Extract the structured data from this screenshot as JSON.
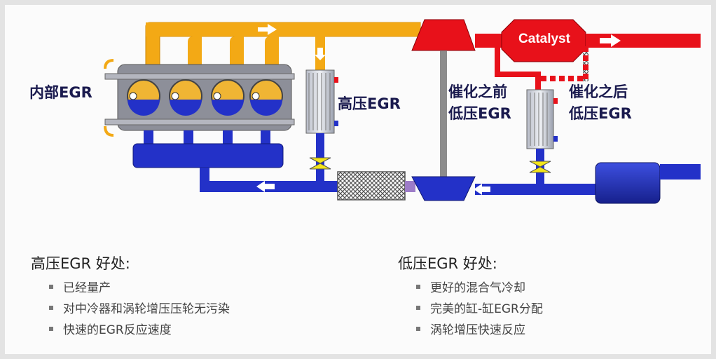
{
  "diagram": {
    "labels": {
      "internal_egr": "内部EGR",
      "high_pressure_egr": "高压EGR",
      "pre_catalyst_egr_line1": "催化之前",
      "pre_catalyst_egr_line2": "低压EGR",
      "post_catalyst_egr_line1": "催化之后",
      "post_catalyst_egr_line2": "低压EGR",
      "catalyst": "Catalyst"
    },
    "colors": {
      "exhaust": "#e8111a",
      "intake_manifold": "#f3a915",
      "intake": "#2331c8",
      "valve": "#f3e51a",
      "cylinder_bore": "#f0b534",
      "turbo_shaft": "#8c8c8c"
    }
  },
  "benefits": {
    "high_pressure": {
      "title": "高压EGR 好处:",
      "items": [
        "已经量产",
        "对中冷器和涡轮增压压轮无污染",
        "快速的EGR反应速度"
      ]
    },
    "low_pressure": {
      "title": "低压EGR 好处:",
      "items": [
        "更好的混合气冷却",
        "完美的缸-缸EGR分配",
        "涡轮增压快速反应"
      ]
    }
  }
}
